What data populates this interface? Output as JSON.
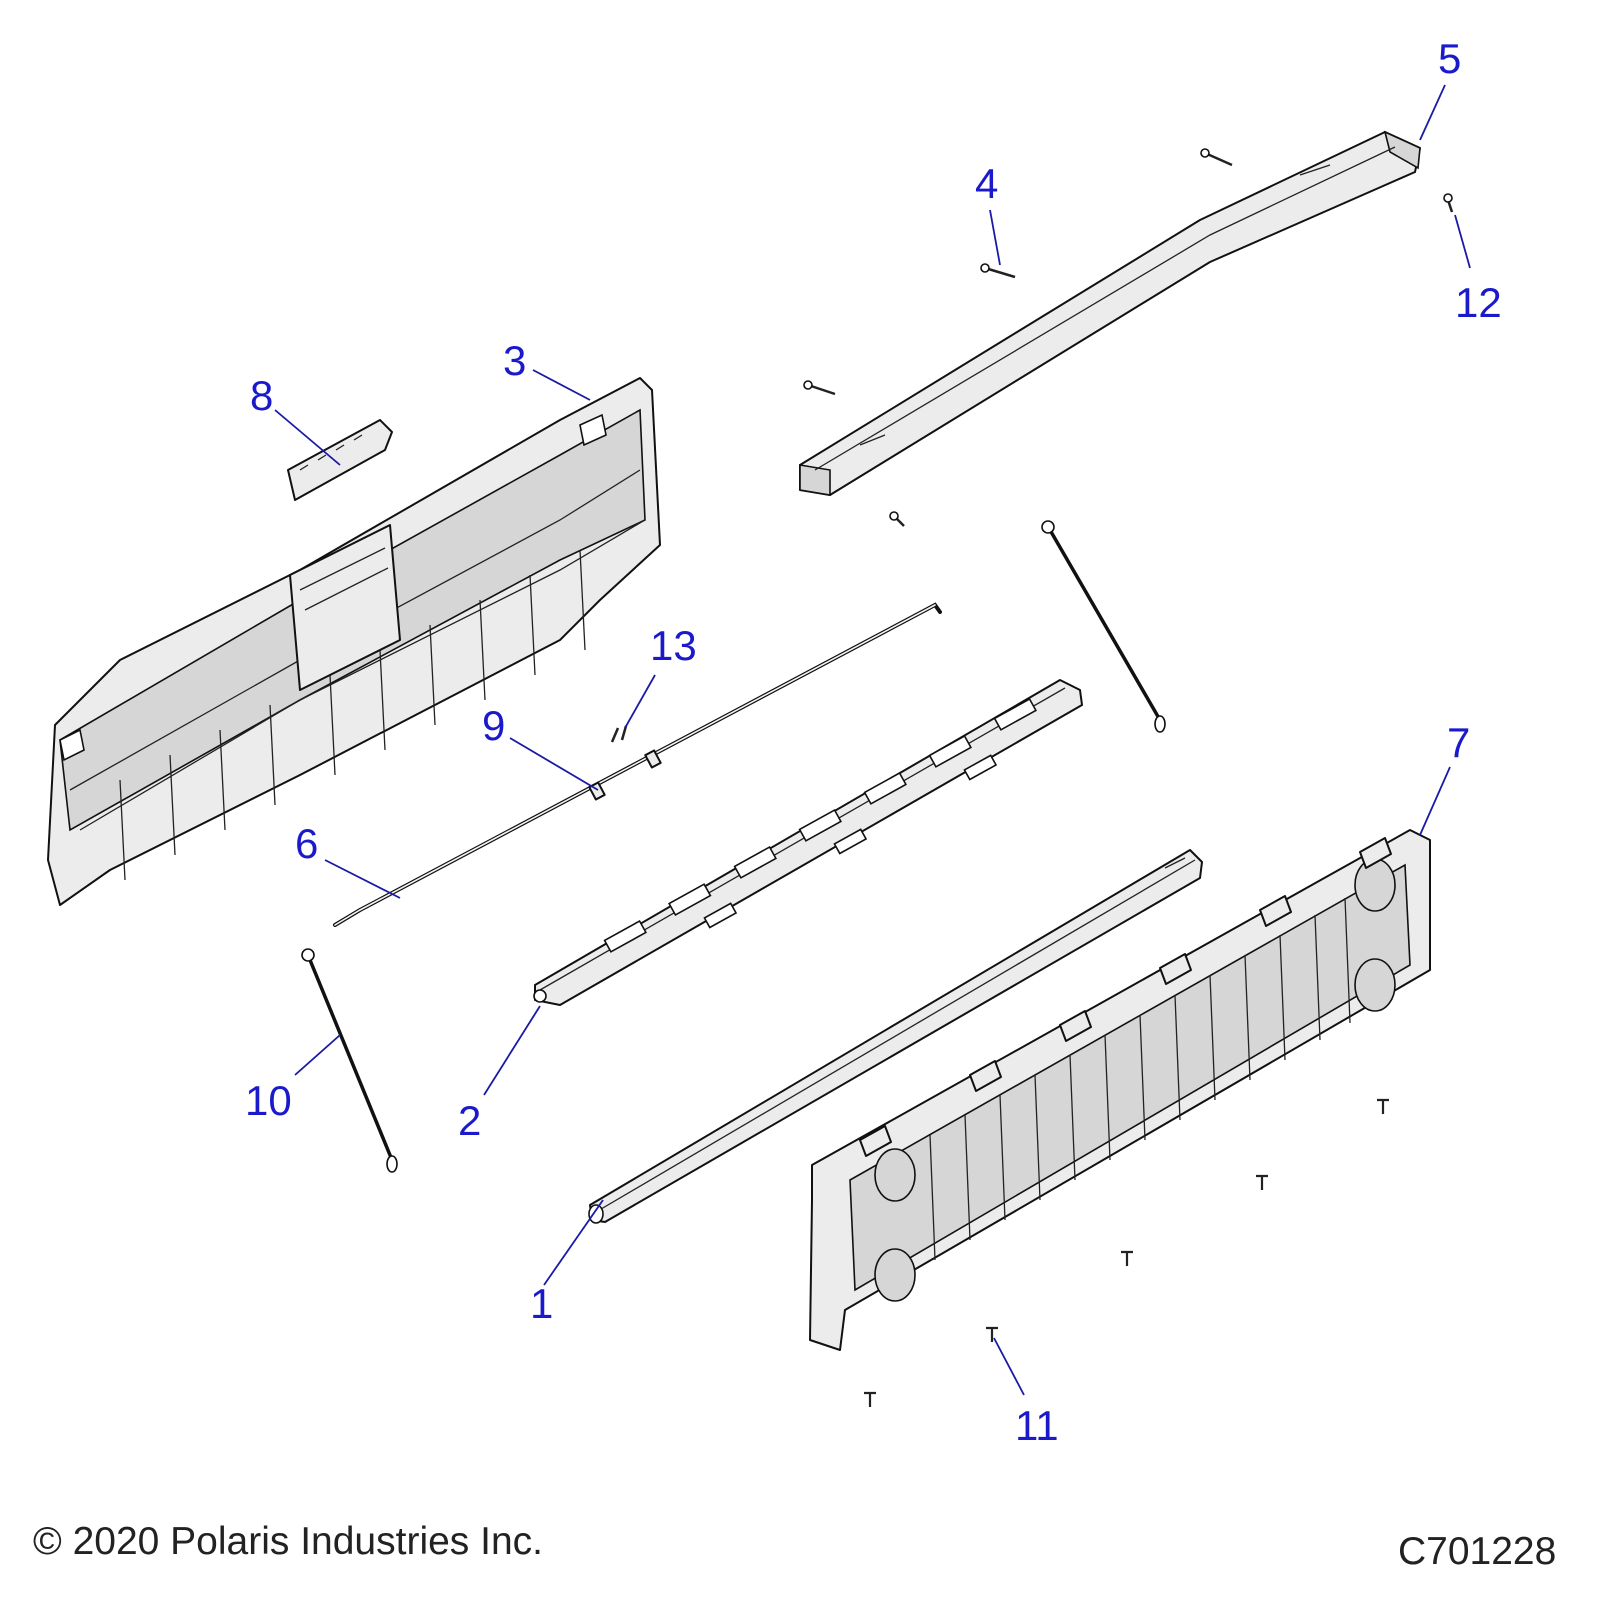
{
  "callouts": {
    "c1": "1",
    "c2": "2",
    "c3": "3",
    "c4": "4",
    "c5": "5",
    "c6": "6",
    "c7": "7",
    "c8": "8",
    "c9": "9",
    "c10": "10",
    "c11": "11",
    "c12": "12",
    "c13": "13"
  },
  "footer": {
    "copyright": "© 2020 Polaris Industries Inc.",
    "drawing_number": "C701228"
  },
  "colors": {
    "callout": "#1a1acc",
    "part_fill": "#ececec",
    "outline": "#111111"
  }
}
